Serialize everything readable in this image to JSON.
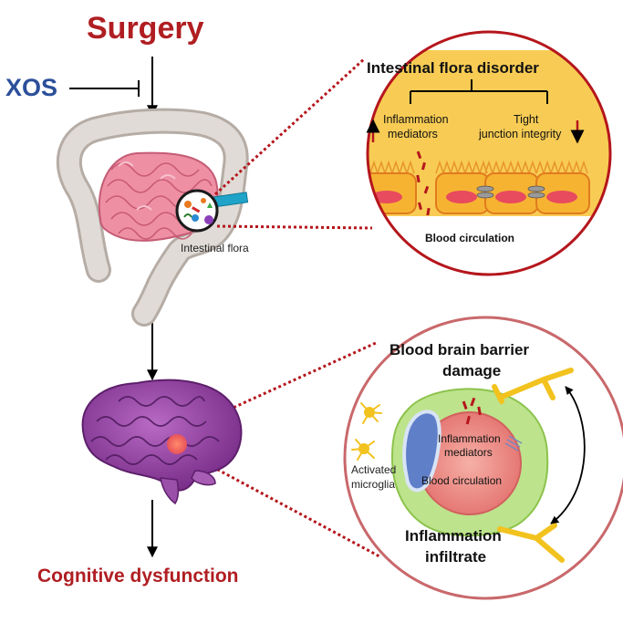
{
  "top_label": "Surgery",
  "inhibitor_label": "XOS",
  "bottom_label": "Cognitive dysfunction",
  "gut": {
    "flora_label": "Intestinal flora"
  },
  "gut_zoom": {
    "title": "Intestinal flora disorder",
    "inflammation_line1": "Inflammation",
    "inflammation_line2": "mediators",
    "tight_line1": "Tight",
    "tight_line2": "junction  integrity",
    "blood_label": "Blood  circulation"
  },
  "brain_zoom": {
    "title_line1": "Blood brain barrier",
    "title_line2": "damage",
    "microglia_line1": "Activated",
    "microglia_line2": "microglia",
    "mediators_line1": "Inflammation",
    "mediators_line2": "mediators",
    "circulation_label": "Blood circulation",
    "infiltrate_line1": "Inflammation",
    "infiltrate_line2": "infiltrate"
  },
  "colors": {
    "dark_red": "#b01e22",
    "blue": "#2c4f9a",
    "zoom_ring": "#b5161c",
    "yellow_band": "#f8cc54",
    "brain_purple": "#8b3c9c",
    "intestine_pink": "#ee8fa4",
    "colon_grey": "#d6d1cc"
  }
}
